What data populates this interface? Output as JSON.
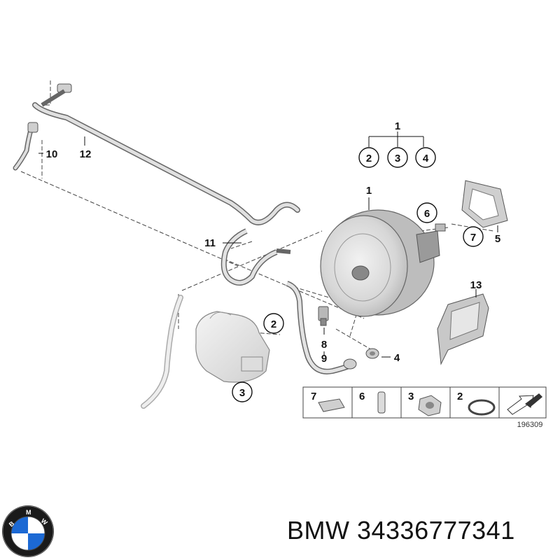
{
  "diagram": {
    "callouts": {
      "top_group": "1",
      "group_a": "2",
      "group_b": "3",
      "group_c": "4",
      "booster": "1",
      "item6": "6",
      "item7": "7",
      "item5": "5",
      "item11": "11",
      "item13": "13",
      "item2": "2",
      "item8": "8",
      "item9": "9",
      "item4": "4",
      "item3": "3",
      "item10": "10",
      "item12": "12"
    },
    "legend": {
      "cells": [
        "7",
        "6",
        "3",
        "2"
      ]
    },
    "drawing_number": "196309"
  },
  "footer": {
    "brand_text": "BMW 34336777341",
    "logo_letters": "BMW"
  },
  "colors": {
    "part_gray": "#d9d9d9",
    "outline": "#555555",
    "logo_blue": "#1c69d4",
    "logo_black": "#1a1a1a"
  }
}
